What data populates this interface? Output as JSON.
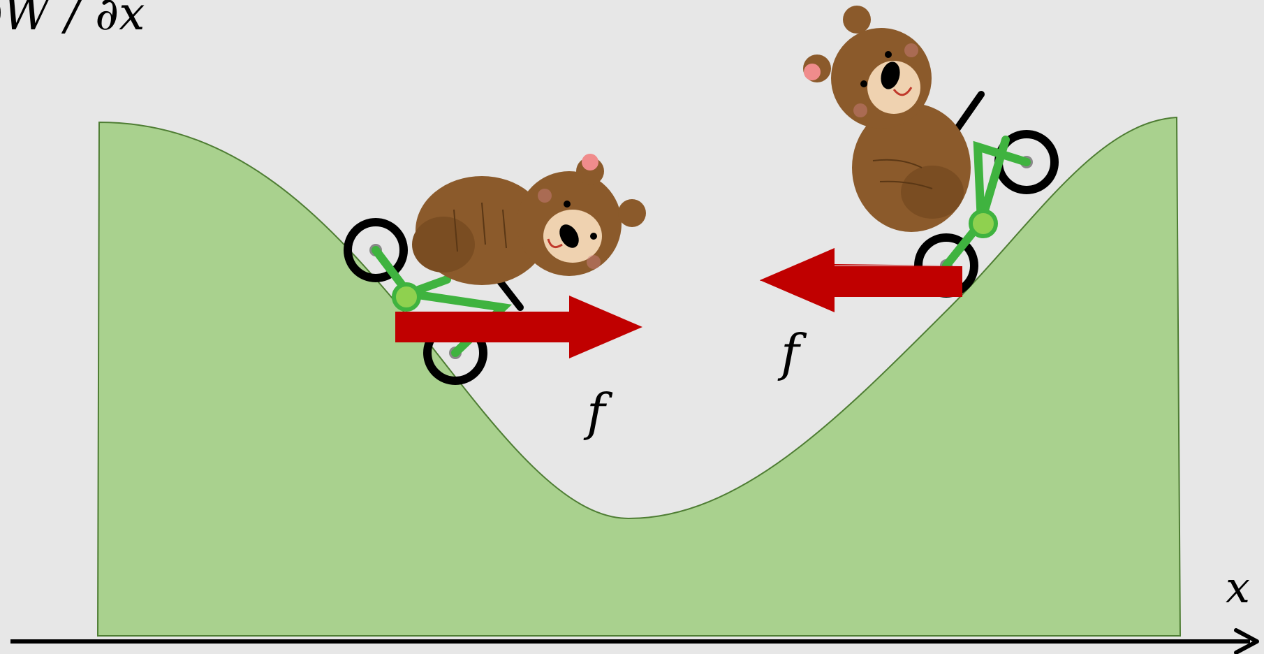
{
  "title_label": "∂W / ∂x",
  "x_axis_label": "x",
  "force_label_left": "f",
  "force_label_right": "f",
  "colors": {
    "background": "#e7e7e7",
    "hill_fill": "#a9d18e",
    "hill_stroke": "#4e7d33",
    "arrow": "#c00000",
    "axis": "#000000",
    "bear_fur": "#8b5a2b",
    "bear_fur_dark": "#6e4420",
    "bear_muzzle": "#efd2b0",
    "bear_ear_inner": "#f08c8c",
    "bike_frame": "#3fb33f",
    "bike_frame_light": "#8fd14f",
    "wheel": "#000000"
  },
  "icons": {
    "bear_left": "bear-on-bicycle-icon",
    "bear_right": "bear-on-bicycle-icon"
  }
}
